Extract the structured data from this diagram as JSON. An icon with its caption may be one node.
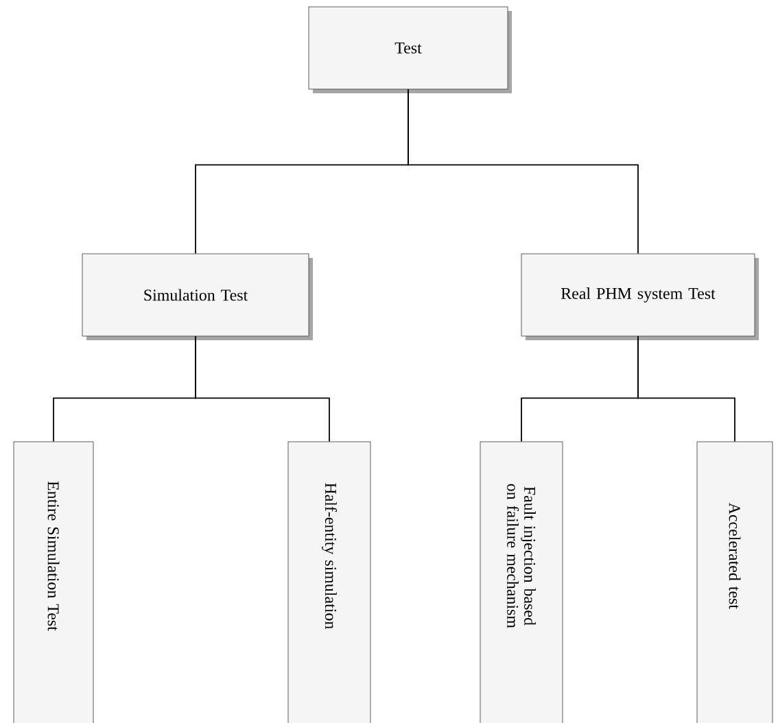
{
  "diagram": {
    "nodes": [
      {
        "text": [
          "Test"
        ]
      },
      {
        "text": [
          "Simulation Test"
        ]
      },
      {
        "text": [
          "Real PHM  system Test"
        ]
      },
      {
        "text": [
          "Entire Simulation Test"
        ]
      },
      {
        "text": [
          "Half-entity simulation"
        ]
      },
      {
        "text": [
          "Fault injection based on failure mechanism"
        ]
      },
      {
        "text": [
          "Accelerated test"
        ]
      }
    ],
    "edges": [
      {
        "from": 0,
        "to": 1,
        "arrow": "none"
      },
      {
        "from": 0,
        "to": 2,
        "arrow": "none"
      },
      {
        "from": 1,
        "to": 3,
        "arrow": "none"
      },
      {
        "from": 1,
        "to": 4,
        "arrow": "none"
      },
      {
        "from": 2,
        "to": 5,
        "arrow": "none"
      },
      {
        "from": 2,
        "to": 6,
        "arrow": "none"
      }
    ]
  }
}
